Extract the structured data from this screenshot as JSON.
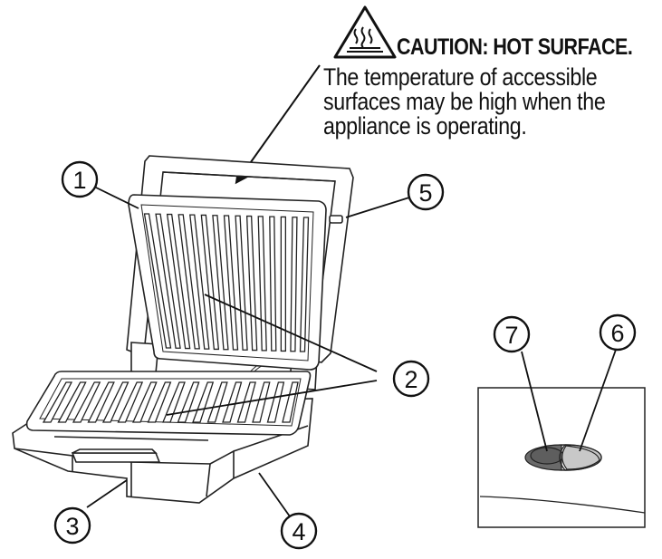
{
  "caution": {
    "title": "CAUTION: HOT SURFACE.",
    "lines": [
      "The temperature of accessible",
      "surfaces may be high when the",
      "appliance is operating."
    ]
  },
  "callouts": [
    "1",
    "2",
    "3",
    "4",
    "5",
    "6",
    "7"
  ]
}
